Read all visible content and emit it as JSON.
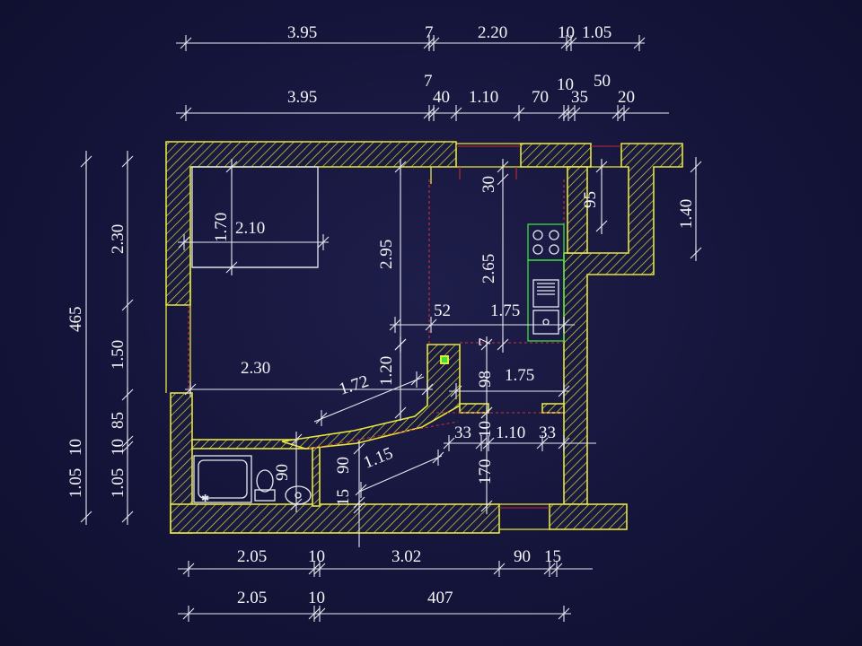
{
  "labels": {
    "top1": [
      "3.95",
      "7",
      "2.20",
      "10",
      "1.05"
    ],
    "top2": [
      "3.95",
      "7",
      "40",
      "1.10",
      "70",
      "10",
      "35",
      "50",
      "20"
    ],
    "left": [
      "465",
      "2.30",
      "1.50",
      "85",
      "1.05",
      "10",
      "1.05",
      "10"
    ],
    "inner": [
      "1.70",
      "2.10",
      "2.95",
      "2.65",
      "30",
      "95",
      "1.40",
      "52",
      "1.75",
      "1.20",
      "1.72",
      "2.30",
      "7",
      "98",
      "1.75",
      "33",
      "10",
      "1.10",
      "33",
      "1.15",
      "90",
      "15",
      "90",
      "170"
    ],
    "bottom1": [
      "2.05",
      "10",
      "3.02",
      "90",
      "15"
    ],
    "bottom2": [
      "2.05",
      "10",
      "407"
    ]
  },
  "colors": {
    "background": "#16163a",
    "walls": "#e6e63c",
    "dimensions": "#f4f4f8",
    "guides": "#d0303a",
    "appliances": "#3ce03c"
  }
}
